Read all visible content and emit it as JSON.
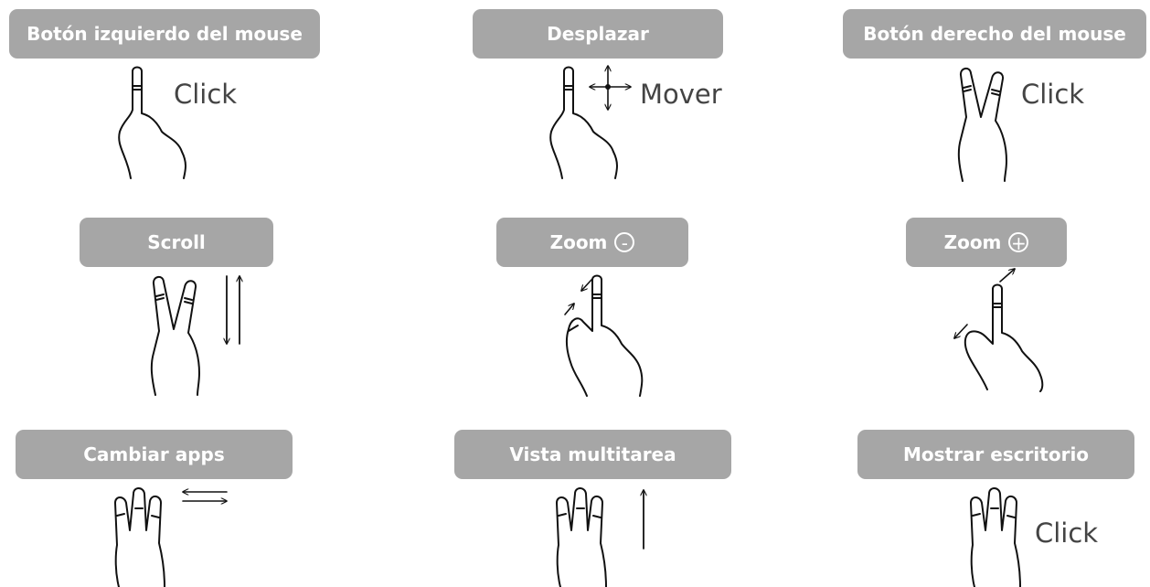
{
  "gestures": {
    "left_click": {
      "label": "Botón izquierdo del mouse",
      "caption": "Click"
    },
    "pan": {
      "label": "Desplazar",
      "caption": "Mover"
    },
    "right_click": {
      "label": "Botón derecho del mouse",
      "caption": "Click"
    },
    "scroll": {
      "label": "Scroll"
    },
    "zoom_out": {
      "label": "Zoom",
      "symbol": "-"
    },
    "zoom_in": {
      "label": "Zoom",
      "symbol": "+"
    },
    "switch_apps": {
      "label": "Cambiar apps"
    },
    "multitask": {
      "label": "Vista multitarea"
    },
    "show_desktop": {
      "label": "Mostrar escritorio",
      "caption": "Click"
    }
  },
  "colors": {
    "label_bg": "#a6a6a6",
    "label_text": "#ffffff",
    "ink": "#111111"
  }
}
